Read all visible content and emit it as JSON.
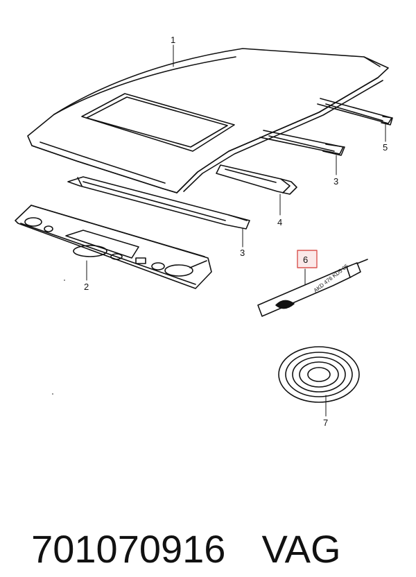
{
  "callouts": {
    "c1": "1",
    "c2": "2",
    "c3a": "3",
    "c3b": "3",
    "c4": "4",
    "c5": "5",
    "c6": "6",
    "c7": "7"
  },
  "tube_marking": "AKD 476 KD5 05",
  "highlight_color": "#d9534f",
  "footer": {
    "part_number": "701070916",
    "brand": "VAG"
  }
}
